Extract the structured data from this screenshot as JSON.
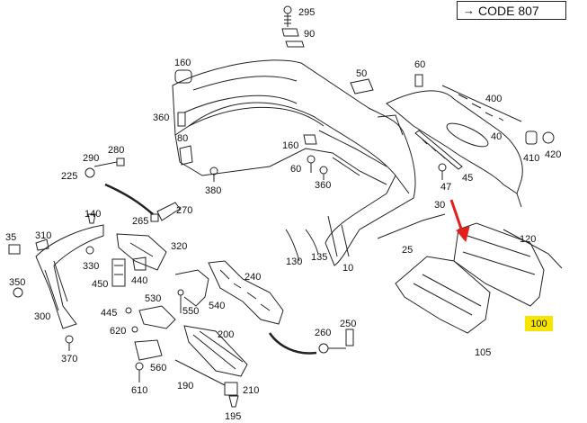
{
  "code_box": {
    "arrow": "→",
    "text": "CODE 807"
  },
  "highlight": {
    "label": "100",
    "color": "#f6e500"
  },
  "accent_arrow_color": "#e3201b",
  "parts": [
    {
      "id": "295",
      "label": "295"
    },
    {
      "id": "90",
      "label": "90"
    },
    {
      "id": "160a",
      "label": "160"
    },
    {
      "id": "50",
      "label": "50"
    },
    {
      "id": "60a",
      "label": "60"
    },
    {
      "id": "400",
      "label": "400"
    },
    {
      "id": "360a",
      "label": "360"
    },
    {
      "id": "80",
      "label": "80"
    },
    {
      "id": "40",
      "label": "40"
    },
    {
      "id": "160b",
      "label": "160"
    },
    {
      "id": "410",
      "label": "410"
    },
    {
      "id": "420",
      "label": "420"
    },
    {
      "id": "280",
      "label": "280"
    },
    {
      "id": "290",
      "label": "290"
    },
    {
      "id": "60b",
      "label": "60"
    },
    {
      "id": "47",
      "label": "47"
    },
    {
      "id": "45",
      "label": "45"
    },
    {
      "id": "225",
      "label": "225"
    },
    {
      "id": "360b",
      "label": "360"
    },
    {
      "id": "380",
      "label": "380"
    },
    {
      "id": "270",
      "label": "270"
    },
    {
      "id": "30",
      "label": "30"
    },
    {
      "id": "140",
      "label": "140"
    },
    {
      "id": "265",
      "label": "265"
    },
    {
      "id": "35",
      "label": "35"
    },
    {
      "id": "310",
      "label": "310"
    },
    {
      "id": "320",
      "label": "320"
    },
    {
      "id": "120",
      "label": "120"
    },
    {
      "id": "25",
      "label": "25"
    },
    {
      "id": "130",
      "label": "130"
    },
    {
      "id": "135",
      "label": "135"
    },
    {
      "id": "330",
      "label": "330"
    },
    {
      "id": "10",
      "label": "10"
    },
    {
      "id": "450",
      "label": "450"
    },
    {
      "id": "440",
      "label": "440"
    },
    {
      "id": "240",
      "label": "240"
    },
    {
      "id": "350",
      "label": "350"
    },
    {
      "id": "530",
      "label": "530"
    },
    {
      "id": "540",
      "label": "540"
    },
    {
      "id": "300",
      "label": "300"
    },
    {
      "id": "445",
      "label": "445"
    },
    {
      "id": "550",
      "label": "550"
    },
    {
      "id": "250",
      "label": "250"
    },
    {
      "id": "620",
      "label": "620"
    },
    {
      "id": "200",
      "label": "200"
    },
    {
      "id": "260",
      "label": "260"
    },
    {
      "id": "105",
      "label": "105"
    },
    {
      "id": "370",
      "label": "370"
    },
    {
      "id": "560",
      "label": "560"
    },
    {
      "id": "190",
      "label": "190"
    },
    {
      "id": "610",
      "label": "610"
    },
    {
      "id": "210",
      "label": "210"
    },
    {
      "id": "195",
      "label": "195"
    }
  ]
}
